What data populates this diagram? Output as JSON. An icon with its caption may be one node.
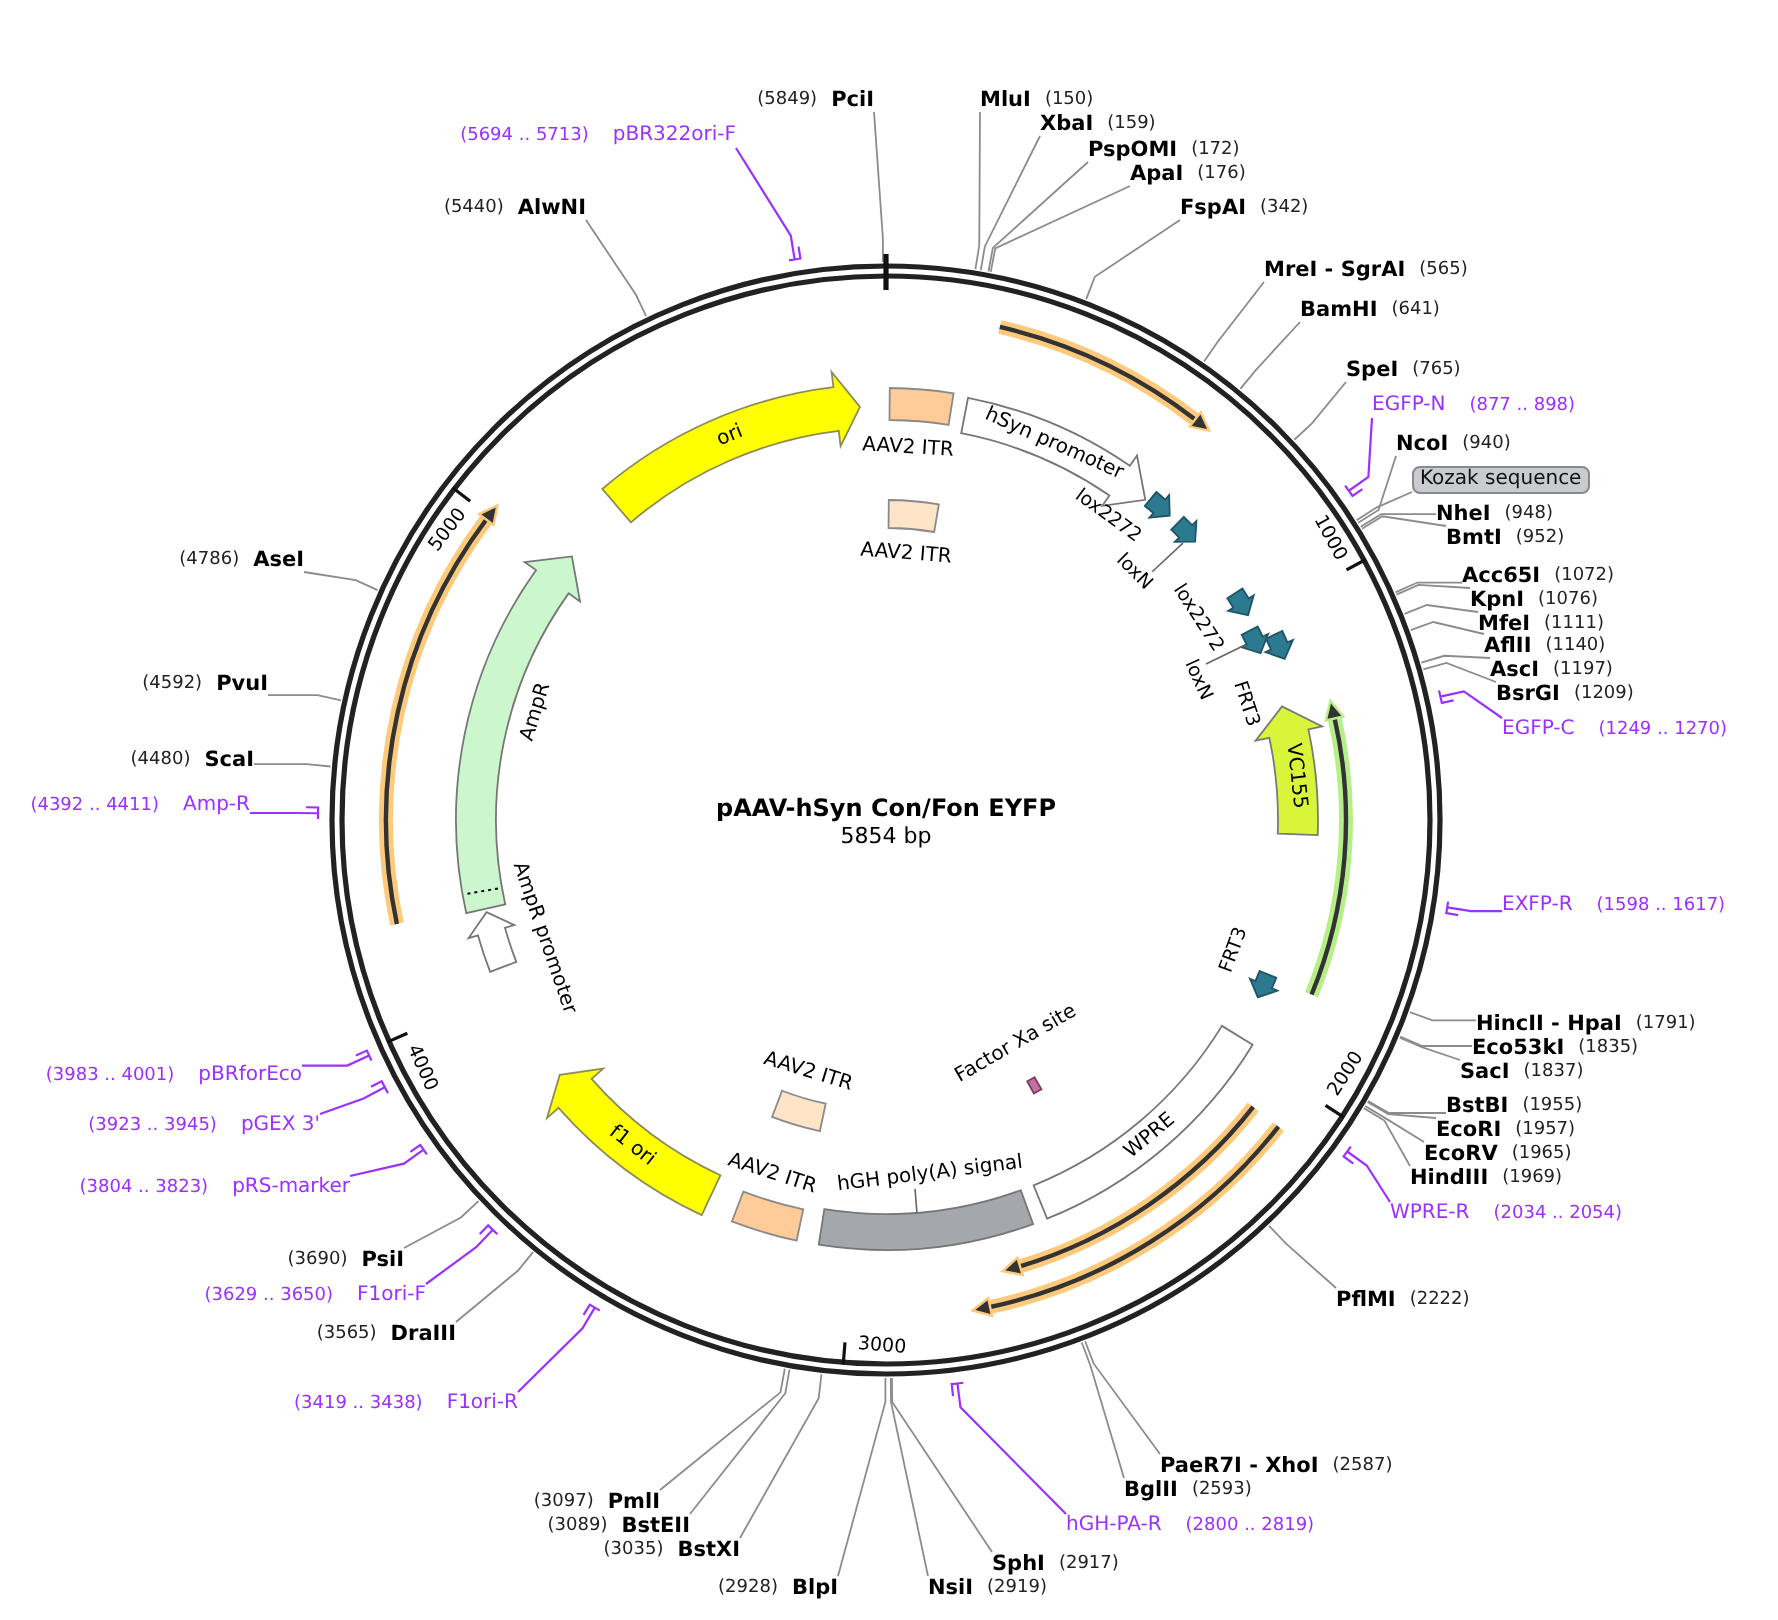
{
  "diagram": {
    "title": "pAAV-hSyn Con/Fon EYFP",
    "nodes": [
      {
        "text": [],
        "shape": "circle"
      },
      {
        "text": [
          "ori"
        ],
        "in": 0
      },
      {
        "text": [
          "AAV2 ITR"
        ],
        "in": 0
      },
      {
        "text": [
          "hSyn promoter"
        ],
        "in": 0
      },
      {
        "text": [
          "AAV2 ITR"
        ],
        "in": 0
      },
      {
        "text": [
          "lox2272"
        ],
        "in": 0
      },
      {
        "text": [
          "loxN"
        ],
        "in": 0
      },
      {
        "text": [
          "lox2272"
        ],
        "in": 0
      },
      {
        "text": [
          "loxN"
        ],
        "in": 0
      },
      {
        "text": [
          "FRT3"
        ],
        "in": 0
      },
      {
        "text": [
          "VC155"
        ],
        "in": 0
      },
      {
        "text": [
          "FRT3"
        ],
        "in": 0
      },
      {
        "text": [
          "Factor Xa site"
        ],
        "in": 0
      },
      {
        "text": [
          "WPRE"
        ],
        "in": 0
      },
      {
        "text": [
          "hGH poly(A) signal"
        ],
        "in": 0
      },
      {
        "text": [
          "AAV2 ITR"
        ],
        "in": 0
      },
      {
        "text": [
          "AAV2 ITR"
        ],
        "in": 0
      },
      {
        "text": [
          "f1 ori"
        ],
        "in": 0
      },
      {
        "text": [
          "AmpR promoter"
        ],
        "in": 0
      },
      {
        "text": [
          "AmpR"
        ],
        "in": 0
      },
      {
        "text": [
          "PciI"
        ],
        "beside": [
          "(5849)"
        ]
      },
      {
        "text": [
          "MluI"
        ],
        "beside": [
          "(150)"
        ]
      },
      {
        "text": [
          "XbaI"
        ],
        "beside": [
          "(159)"
        ]
      },
      {
        "text": [
          "pBR322ori-F"
        ],
        "beside": [
          "(5694 .. 5713)"
        ]
      },
      {
        "text": [
          "PspOMI"
        ],
        "beside": [
          "(172)"
        ]
      },
      {
        "text": [
          "ApaI"
        ],
        "beside": [
          "(176)"
        ]
      },
      {
        "text": [
          "FspAI"
        ],
        "beside": [
          "(342)"
        ]
      },
      {
        "text": [
          "AlwNI"
        ],
        "beside": [
          "(5440)"
        ]
      },
      {
        "text": [
          "MreI - SgrAI"
        ],
        "beside": [
          "(565)"
        ]
      },
      {
        "text": [
          "BamHI"
        ],
        "beside": [
          "(641)"
        ]
      },
      {
        "text": [
          "SpeI"
        ],
        "beside": [
          "(765)"
        ]
      },
      {
        "text": [
          "EGFP-N"
        ],
        "beside": [
          "(877 .. 898)"
        ]
      },
      {
        "text": [
          "NcoI"
        ],
        "beside": [
          "(940)"
        ]
      },
      {
        "text": [
          "Kozak sequence"
        ]
      },
      {
        "text": [
          "NheI"
        ],
        "beside": [
          "(948)"
        ]
      },
      {
        "text": [
          "BmtI"
        ],
        "beside": [
          "(952)"
        ]
      },
      {
        "text": [
          "AseI"
        ],
        "beside": [
          "(4786)"
        ]
      },
      {
        "text": [
          "Acc65I"
        ],
        "beside": [
          "(1072)"
        ]
      },
      {
        "text": [
          "KpnI"
        ],
        "beside": [
          "(1076)"
        ]
      },
      {
        "text": [
          "MfeI"
        ],
        "beside": [
          "(1111)"
        ]
      },
      {
        "text": [
          "AflII"
        ],
        "beside": [
          "(1140)"
        ]
      },
      {
        "text": [
          "AscI"
        ],
        "beside": [
          "(1197)"
        ]
      },
      {
        "text": [
          "PvuI"
        ],
        "beside": [
          "(4592)"
        ]
      },
      {
        "text": [
          "BsrGI"
        ],
        "beside": [
          "(1209)"
        ]
      },
      {
        "text": [
          "EGFP-C"
        ],
        "beside": [
          "(1249 .. 1270)"
        ]
      },
      {
        "text": [
          "ScaI"
        ],
        "beside": [
          "(4480)"
        ]
      },
      {
        "text": [
          "Amp-R"
        ],
        "beside": [
          "(4392 .. 4411)"
        ]
      },
      {
        "text": [
          "EXFP-R"
        ],
        "beside": [
          "(1598 .. 1617)"
        ]
      },
      {
        "text": [
          "HincII - HpaI"
        ],
        "beside": [
          "(1791)"
        ]
      },
      {
        "text": [
          "Eco53kI"
        ],
        "beside": [
          "(1835)"
        ]
      },
      {
        "text": [
          "SacI"
        ],
        "beside": [
          "(1837)"
        ]
      },
      {
        "text": [
          "pBRforEco"
        ],
        "beside": [
          "(3983 .. 4001)"
        ]
      },
      {
        "text": [
          "BstBI"
        ],
        "beside": [
          "(1955)"
        ]
      },
      {
        "text": [
          "pGEX 3'"
        ],
        "beside": [
          "(3923 .. 3945)"
        ]
      },
      {
        "text": [
          "EcoRI"
        ],
        "beside": [
          "(1957)"
        ]
      },
      {
        "text": [
          "EcoRV"
        ],
        "beside": [
          "(1965)"
        ]
      },
      {
        "text": [
          "HindIII"
        ],
        "beside": [
          "(1969)"
        ]
      },
      {
        "text": [
          "pRS-marker"
        ],
        "beside": [
          "(3804 .. 3823)"
        ]
      },
      {
        "text": [
          "WPRE-R"
        ],
        "beside": [
          "(2034 .. 2054)"
        ]
      },
      {
        "text": [
          "PsiI"
        ],
        "beside": [
          "(3690)"
        ]
      },
      {
        "text": [
          "F1ori-F"
        ],
        "beside": [
          "(3629 .. 3650)"
        ]
      },
      {
        "text": [
          "PflMI"
        ],
        "beside": [
          "(2222)"
        ]
      },
      {
        "text": [
          "DraIII"
        ],
        "beside": [
          "(3565)"
        ]
      },
      {
        "text": [
          "F1ori-R"
        ],
        "beside": [
          "(3419 .. 3438)"
        ]
      },
      {
        "text": [
          "PaeR7I - XhoI"
        ],
        "beside": [
          "(2587)"
        ]
      },
      {
        "text": [
          "BglII"
        ],
        "beside": [
          "(2593)"
        ]
      },
      {
        "text": [
          "PmlI"
        ],
        "beside": [
          "(3097)"
        ]
      },
      {
        "text": [
          "hGH-PA-R"
        ],
        "beside": [
          "(2800 .. 2819)"
        ]
      },
      {
        "text": [
          "BstEII"
        ],
        "beside": [
          "(3089)"
        ]
      },
      {
        "text": [
          "BstXI"
        ],
        "beside": [
          "(3035)"
        ]
      },
      {
        "text": [
          "SphI"
        ],
        "beside": [
          "(2917)"
        ]
      },
      {
        "text": [
          "BlpI"
        ],
        "beside": [
          "(2928)"
        ]
      },
      {
        "text": [
          "NsiI"
        ],
        "beside": [
          "(2919)"
        ]
      }
    ],
    "edges": [
      {
        "from": 20,
        "to": 0,
        "arrow": "none"
      },
      {
        "from": 21,
        "to": 0,
        "arrow": "none"
      },
      {
        "from": 22,
        "to": 0,
        "arrow": "none"
      },
      {
        "from": 23,
        "to": 0,
        "arrow": "none",
        "color": "#9b30ff"
      },
      {
        "from": 24,
        "to": 0,
        "arrow": "none"
      },
      {
        "from": 25,
        "to": 0,
        "arrow": "none"
      },
      {
        "from": 26,
        "to": 0,
        "arrow": "none"
      },
      {
        "from": 27,
        "to": 0,
        "arrow": "none"
      },
      {
        "from": 28,
        "to": 0,
        "arrow": "none"
      },
      {
        "from": 29,
        "to": 0,
        "arrow": "none"
      },
      {
        "from": 30,
        "to": 0,
        "arrow": "none"
      },
      {
        "from": 31,
        "to": 0,
        "arrow": "none",
        "color": "#9b30ff"
      },
      {
        "from": 32,
        "to": 0,
        "arrow": "none"
      },
      {
        "from": 33,
        "to": 0,
        "arrow": "none"
      },
      {
        "from": 34,
        "to": 0,
        "arrow": "none"
      },
      {
        "from": 35,
        "to": 0,
        "arrow": "none"
      },
      {
        "from": 36,
        "to": 0,
        "arrow": "none"
      },
      {
        "from": 37,
        "to": 0,
        "arrow": "none"
      },
      {
        "from": 38,
        "to": 0,
        "arrow": "none"
      },
      {
        "from": 39,
        "to": 0,
        "arrow": "none"
      },
      {
        "from": 40,
        "to": 0,
        "arrow": "none"
      },
      {
        "from": 41,
        "to": 0,
        "arrow": "none"
      },
      {
        "from": 42,
        "to": 0,
        "arrow": "none"
      },
      {
        "from": 43,
        "to": 0,
        "arrow": "none"
      },
      {
        "from": 44,
        "to": 0,
        "arrow": "none",
        "color": "#9b30ff"
      },
      {
        "from": 45,
        "to": 0,
        "arrow": "none"
      },
      {
        "from": 46,
        "to": 0,
        "arrow": "none",
        "color": "#9b30ff"
      },
      {
        "from": 47,
        "to": 0,
        "arrow": "none",
        "color": "#9b30ff"
      },
      {
        "from": 48,
        "to": 0,
        "arrow": "none"
      },
      {
        "from": 49,
        "to": 0,
        "arrow": "none"
      },
      {
        "from": 50,
        "to": 0,
        "arrow": "none"
      },
      {
        "from": 51,
        "to": 0,
        "arrow": "none",
        "color": "#9b30ff"
      },
      {
        "from": 52,
        "to": 0,
        "arrow": "none"
      },
      {
        "from": 53,
        "to": 0,
        "arrow": "none",
        "color": "#9b30ff"
      },
      {
        "from": 54,
        "to": 0,
        "arrow": "none"
      },
      {
        "from": 55,
        "to": 0,
        "arrow": "none"
      },
      {
        "from": 56,
        "to": 0,
        "arrow": "none"
      },
      {
        "from": 57,
        "to": 0,
        "arrow": "none",
        "color": "#9b30ff"
      },
      {
        "from": 58,
        "to": 0,
        "arrow": "none",
        "color": "#9b30ff"
      },
      {
        "from": 59,
        "to": 0,
        "arrow": "none"
      },
      {
        "from": 60,
        "to": 0,
        "arrow": "none",
        "color": "#9b30ff"
      },
      {
        "from": 61,
        "to": 0,
        "arrow": "none"
      },
      {
        "from": 62,
        "to": 0,
        "arrow": "none"
      },
      {
        "from": 63,
        "to": 0,
        "arrow": "none",
        "color": "#9b30ff"
      },
      {
        "from": 64,
        "to": 0,
        "arrow": "none"
      },
      {
        "from": 65,
        "to": 0,
        "arrow": "none"
      },
      {
        "from": 66,
        "to": 0,
        "arrow": "none"
      },
      {
        "from": 67,
        "to": 0,
        "arrow": "none",
        "color": "#9b30ff"
      },
      {
        "from": 68,
        "to": 0,
        "arrow": "none"
      },
      {
        "from": 69,
        "to": 0,
        "arrow": "none"
      },
      {
        "from": 70,
        "to": 0,
        "arrow": "none"
      },
      {
        "from": 71,
        "to": 0,
        "arrow": "none"
      },
      {
        "from": 72,
        "to": 0,
        "arrow": "none"
      }
    ],
    "labels": [
      "5854 bp",
      "1000",
      "2000",
      "3000",
      "4000",
      "5000"
    ]
  }
}
